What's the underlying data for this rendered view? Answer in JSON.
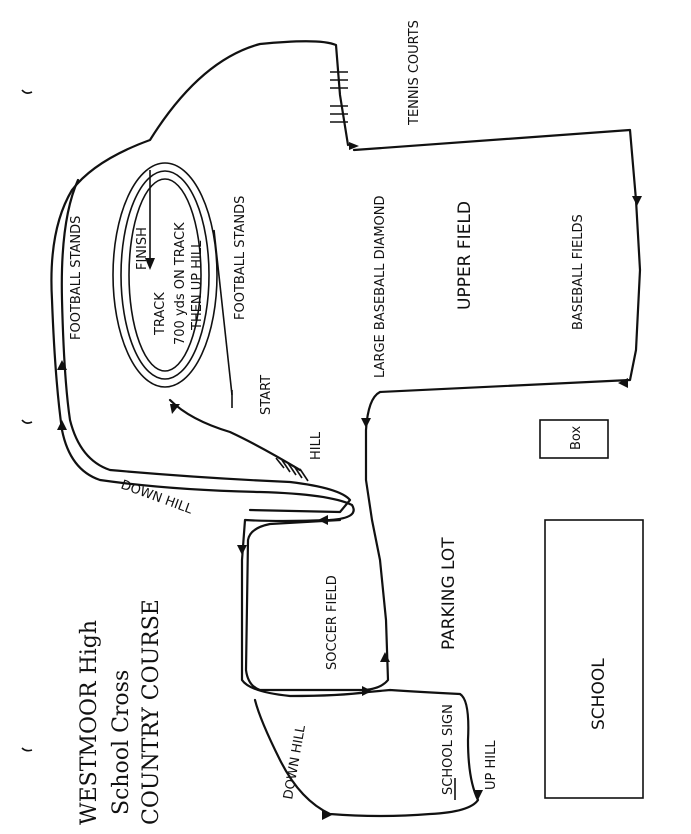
{
  "title": {
    "line1": "WESTMOOR High",
    "line2": "School Cross",
    "line3": "COUNTRY COURSE"
  },
  "labels": {
    "tennis_courts": "TENNIS COURTS",
    "upper_field": "UPPER FIELD",
    "baseball_fields": "BASEBALL FIELDS",
    "large_baseball_diamond": "LARGE BASEBALL DIAMOND",
    "finish": "FINISH",
    "track": "TRACK",
    "track_note_1": "700 yds ON TRACK",
    "track_note_2": "THEN UP HILL",
    "football_stands_left": "FOOTBALL STANDS",
    "football_stands_right": "FOOTBALL STANDS",
    "start": "START",
    "hill": "HILL",
    "down_hill_top": "DOWN HILL",
    "parking_lot": "PARKING LOT",
    "box": "Box",
    "soccer_field": "SOCCER FIELD",
    "school": "SCHOOL",
    "down_hill_bottom": "DOWN HILL",
    "school_sign": "SCHOOL SIGN",
    "up_hill": "UP HILL"
  },
  "colors": {
    "ink": "#111111",
    "paper": "#ffffff"
  }
}
